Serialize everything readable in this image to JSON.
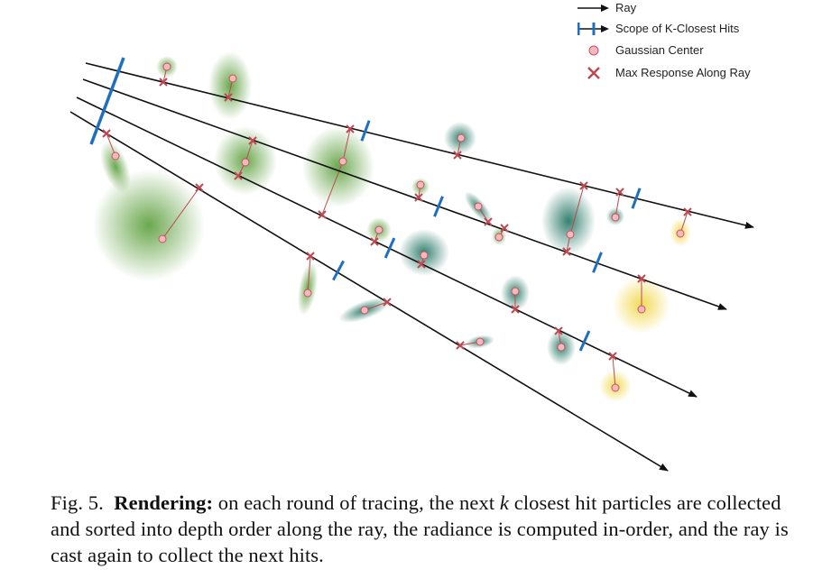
{
  "legend": {
    "ray": "Ray",
    "scope": "Scope of K-Closest Hits",
    "center": "Gaussian Center",
    "max": "Max Response Along Ray"
  },
  "colors": {
    "ray": "#111111",
    "scope": "#1f6fbf",
    "center_fill": "#f7b8bd",
    "center_stroke": "#c0555f",
    "max_response": "#c0474f",
    "green": "#5a9e3a",
    "teal": "#2a7a68",
    "yellow": "#f0d642"
  },
  "caption": {
    "label": "Fig. 5.",
    "bold": "Rendering:",
    "part1": " on each round of tracing, the next ",
    "k": "k",
    "part2": " closest hit particles are collected and sorted into depth order along the ray, the radiance is computed in-order, and the ray is cast again to collect the next hits."
  }
}
